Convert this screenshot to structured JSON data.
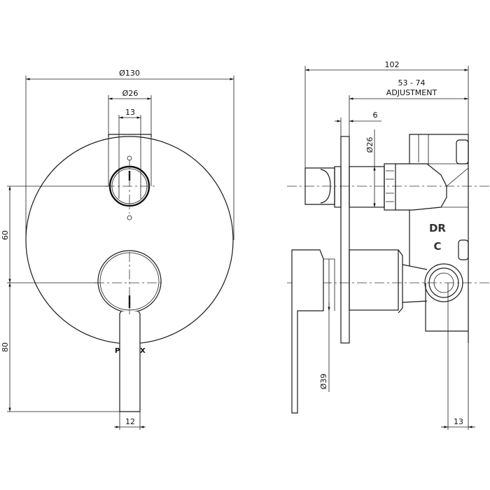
{
  "front_view": {
    "dim_plate_diameter": "Ø130",
    "dim_knob_diameter": "Ø26",
    "dim_knob_width": "13",
    "dim_upper_spacing": "60",
    "dim_lower_spacing": "80",
    "dim_lever_width": "12",
    "logo": "PHOENIX"
  },
  "side_view": {
    "dim_overall_depth": "102",
    "dim_adjustment_range": "53 - 74",
    "dim_adjustment_label": "ADJUSTMENT",
    "dim_plate_thickness": "6",
    "dim_spindle_diameter": "Ø26",
    "dim_handle_diameter": "Ø39",
    "dim_outlet_offset": "13",
    "label_dr": "DR",
    "label_c": "C"
  }
}
